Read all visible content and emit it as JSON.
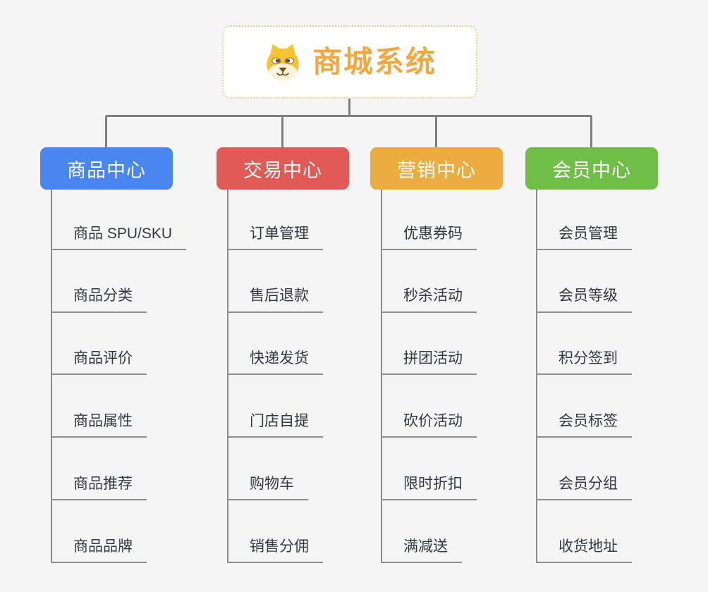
{
  "root": {
    "title": "商城系统",
    "icon": "shiba-dog-face-icon",
    "title_color": "#F0A843",
    "border_color": "#F4C98E"
  },
  "connector_color": "#7F7F7F",
  "background_color": "#F5F5F5",
  "branches": [
    {
      "label": "商品中心",
      "color": "#4A86F0",
      "children": [
        "商品 SPU/SKU",
        "商品分类",
        "商品评价",
        "商品属性",
        "商品推荐",
        "商品品牌"
      ]
    },
    {
      "label": "交易中心",
      "color": "#E25A56",
      "children": [
        "订单管理",
        "售后退款",
        "快递发货",
        "门店自提",
        "购物车",
        "销售分佣"
      ]
    },
    {
      "label": "营销中心",
      "color": "#EDAC40",
      "children": [
        "优惠券码",
        "秒杀活动",
        "拼团活动",
        "砍价活动",
        "限时折扣",
        "满减送"
      ]
    },
    {
      "label": "会员中心",
      "color": "#6FBE48",
      "children": [
        "会员管理",
        "会员等级",
        "积分签到",
        "会员标签",
        "会员分组",
        "收货地址"
      ]
    }
  ]
}
